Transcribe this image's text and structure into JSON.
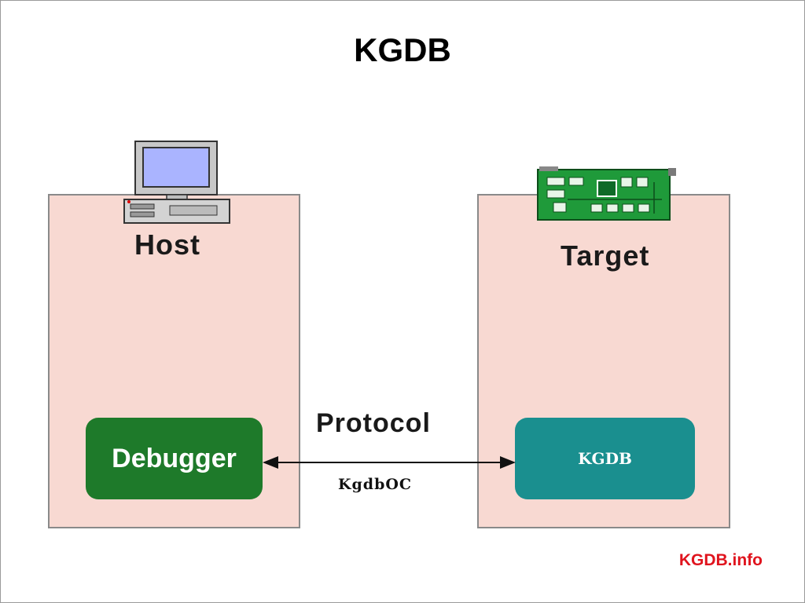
{
  "title": "KGDB",
  "host": {
    "label": "Host",
    "box_label": "Debugger",
    "icon": "desktop-computer-icon"
  },
  "target": {
    "label": "Target",
    "box_label": "KGDB",
    "icon": "circuit-board-icon"
  },
  "connection": {
    "label": "Protocol",
    "sublabel": "KgdbOC"
  },
  "footer": {
    "link": "KGDB.info"
  },
  "colors": {
    "panel": "#f8d9d2",
    "debugger": "#1e7a2a",
    "kgdb": "#1a8f8f",
    "footer_link": "#e0141e"
  }
}
